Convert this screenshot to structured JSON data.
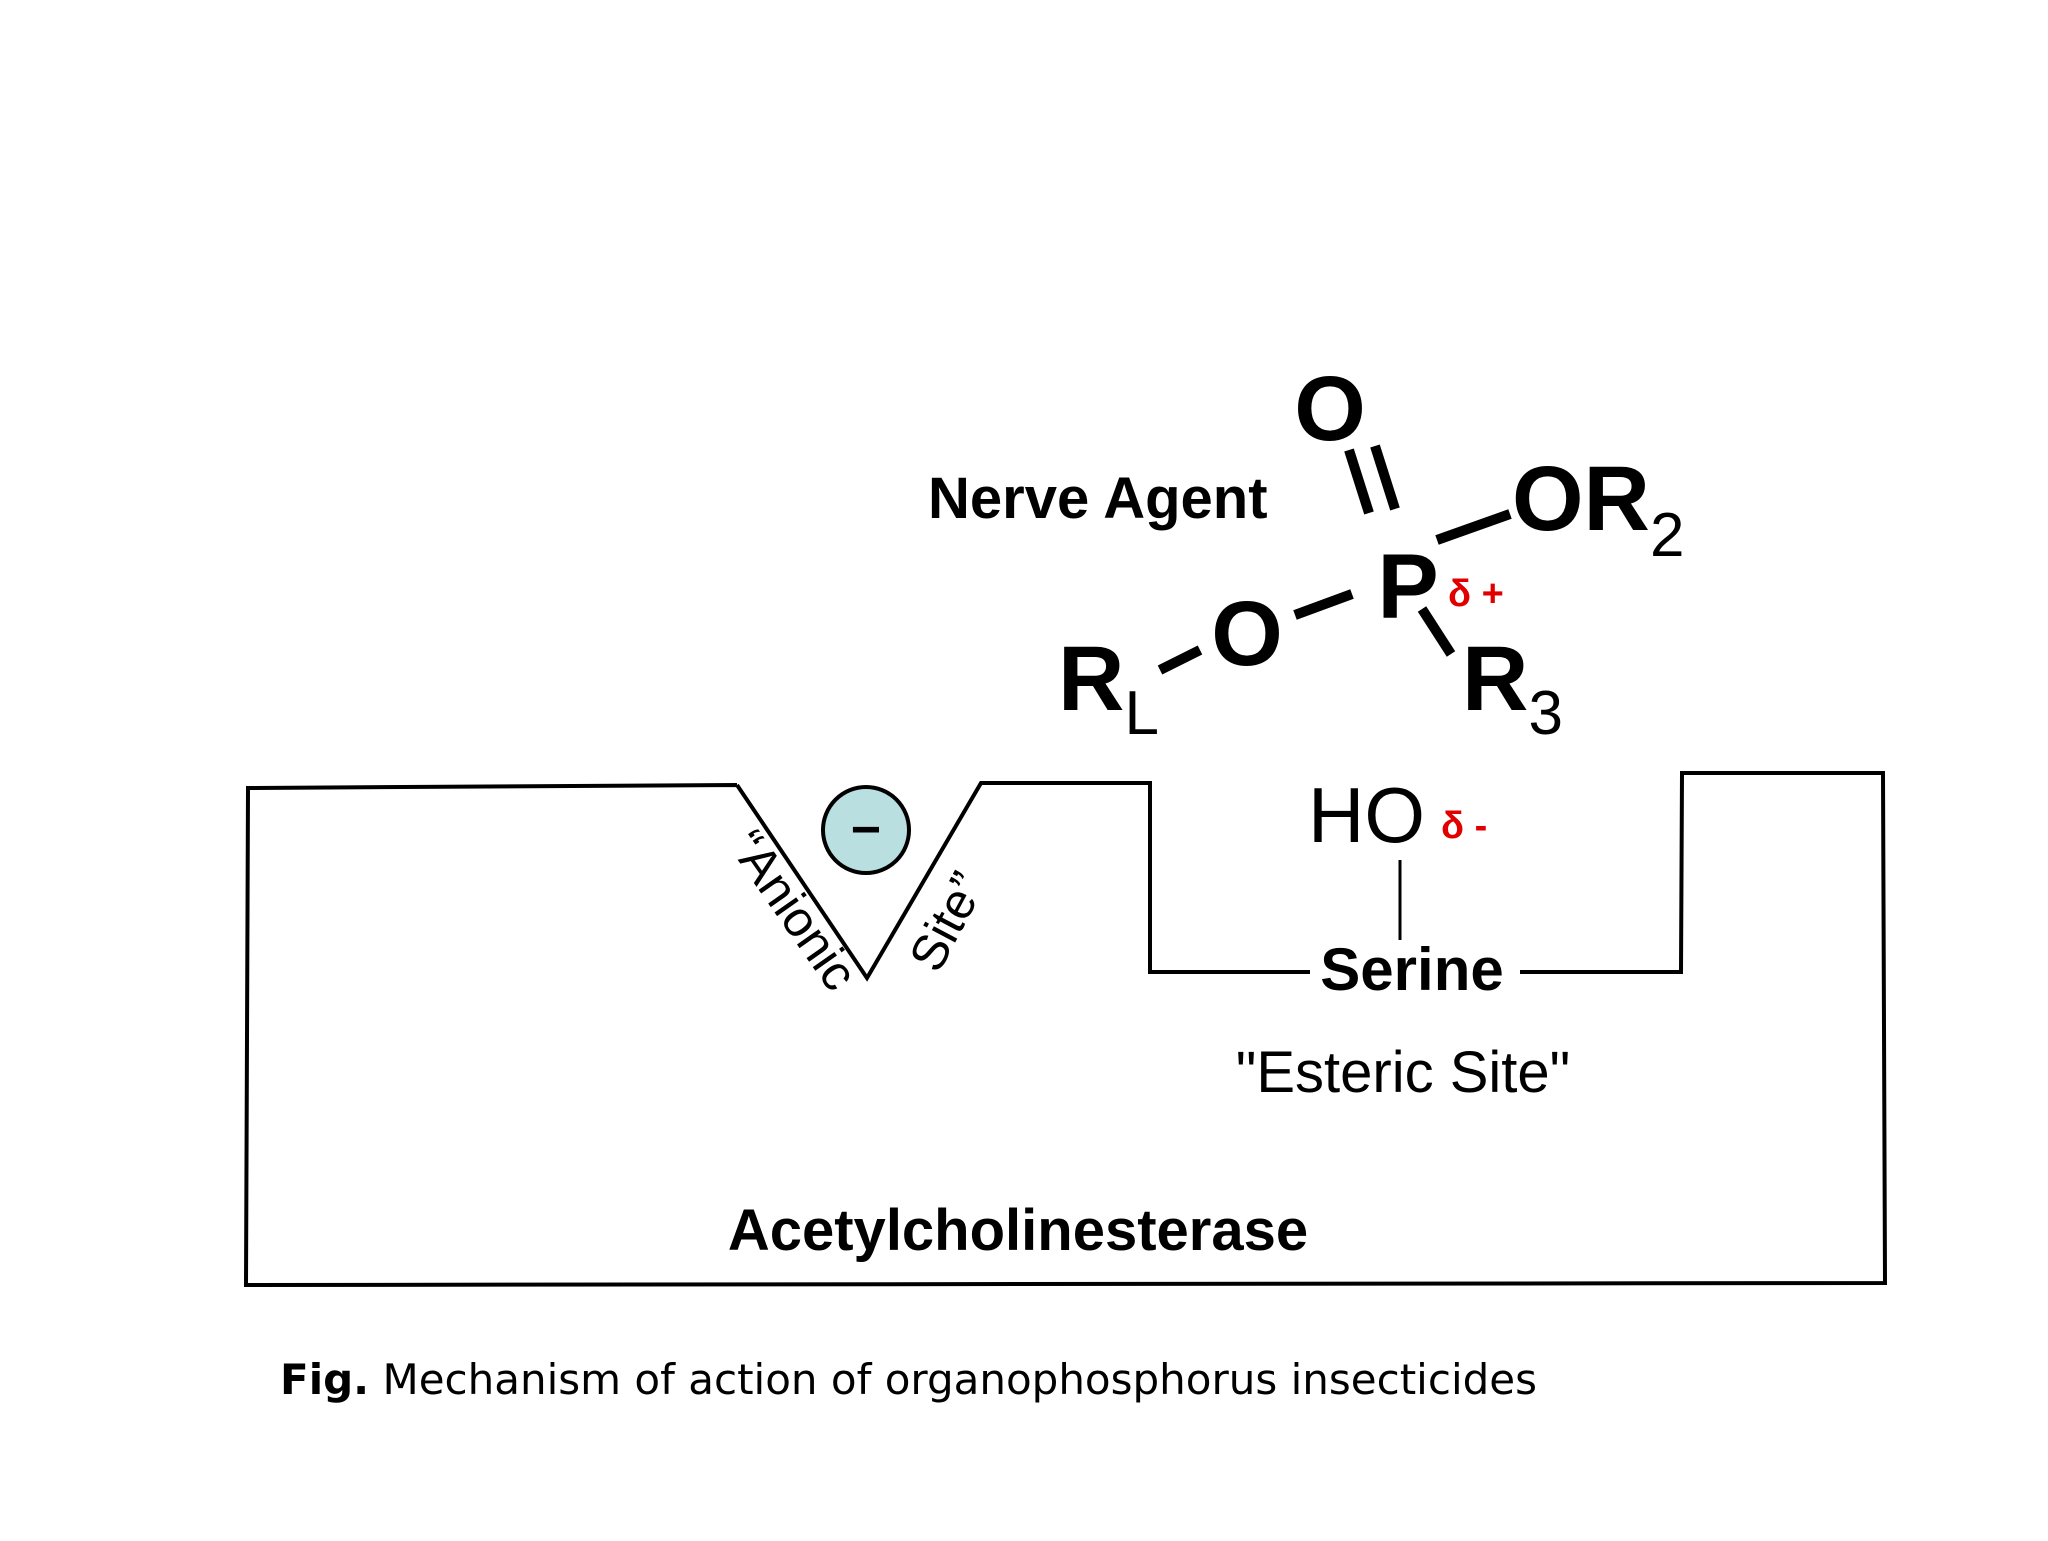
{
  "diagram": {
    "nerve_agent_label": "Nerve Agent",
    "molecule": {
      "oxygen_double": "O",
      "phosphorus": "P",
      "ester_oxygen": "O",
      "or2_main": "OR",
      "or2_sub": "2",
      "rl_main": "R",
      "rl_sub": "L",
      "r3_main": "R",
      "r3_sub": "3",
      "delta_plus": "δ +"
    },
    "hydroxyl": "HO",
    "delta_minus": "δ -",
    "anionic_charge": "−",
    "anionic_left": "“Anionic",
    "anionic_right": "Site”",
    "serine_label": "Serine",
    "esteric_site_label": "\"Esteric Site\"",
    "enzyme_label": "Acetylcholinesterase"
  },
  "colors": {
    "partial_charge": "#e00000",
    "anionic_circle_fill": "#b9dfe1",
    "outline": "#000000"
  },
  "caption": {
    "prefix": "Fig.",
    "text": " Mechanism of action of organophosphorus insecticides"
  }
}
